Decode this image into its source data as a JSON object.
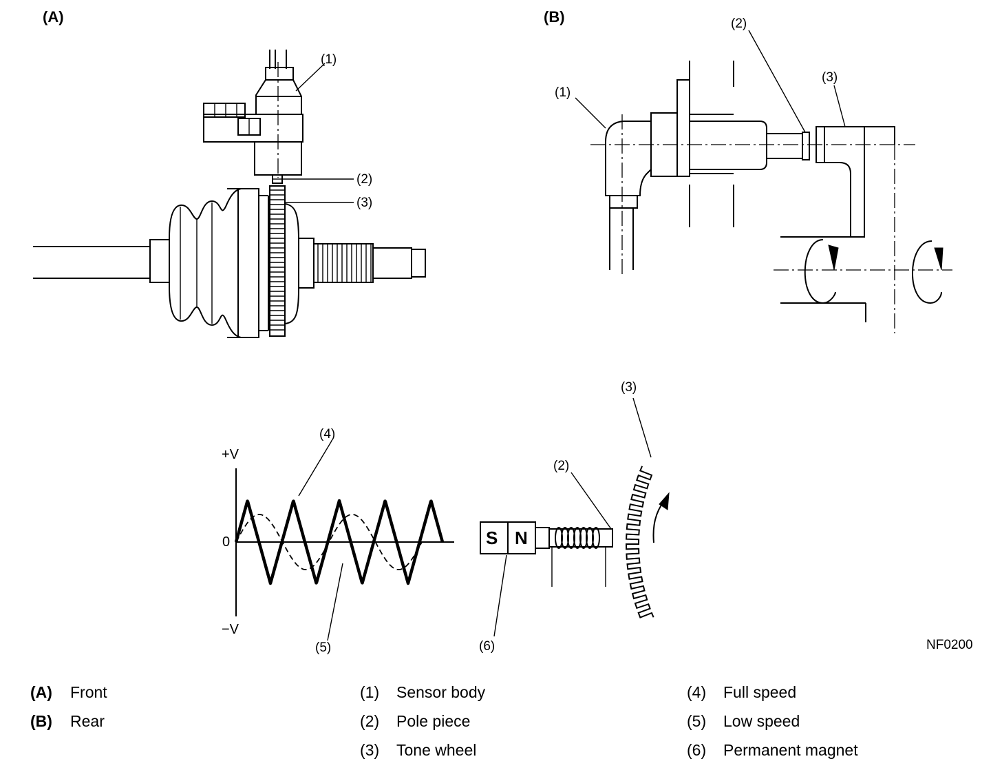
{
  "panels": {
    "front_id": "(A)",
    "rear_id": "(B)"
  },
  "callouts": {
    "a1": "(1)",
    "a2": "(2)",
    "a3": "(3)",
    "b1": "(1)",
    "b2": "(2)",
    "b3": "(3)",
    "c3": "(3)",
    "c2": "(2)",
    "c6": "(6)",
    "w4": "(4)",
    "w5": "(5)"
  },
  "waveform": {
    "plus_v": "+V",
    "zero": "0",
    "minus_v": "−V",
    "full_speed_cycles": 4.5,
    "low_speed_cycles": 2
  },
  "magnet": {
    "south": "S",
    "north": "N"
  },
  "figure_code": "NF0200",
  "legend": [
    {
      "key": "(A)",
      "text": "Front"
    },
    {
      "key": "(B)",
      "text": "Rear"
    },
    {
      "key": "(1)",
      "text": "Sensor body"
    },
    {
      "key": "(2)",
      "text": "Pole piece"
    },
    {
      "key": "(3)",
      "text": "Tone wheel"
    },
    {
      "key": "(4)",
      "text": "Full speed"
    },
    {
      "key": "(5)",
      "text": "Low speed"
    },
    {
      "key": "(6)",
      "text": "Permanent magnet"
    }
  ]
}
